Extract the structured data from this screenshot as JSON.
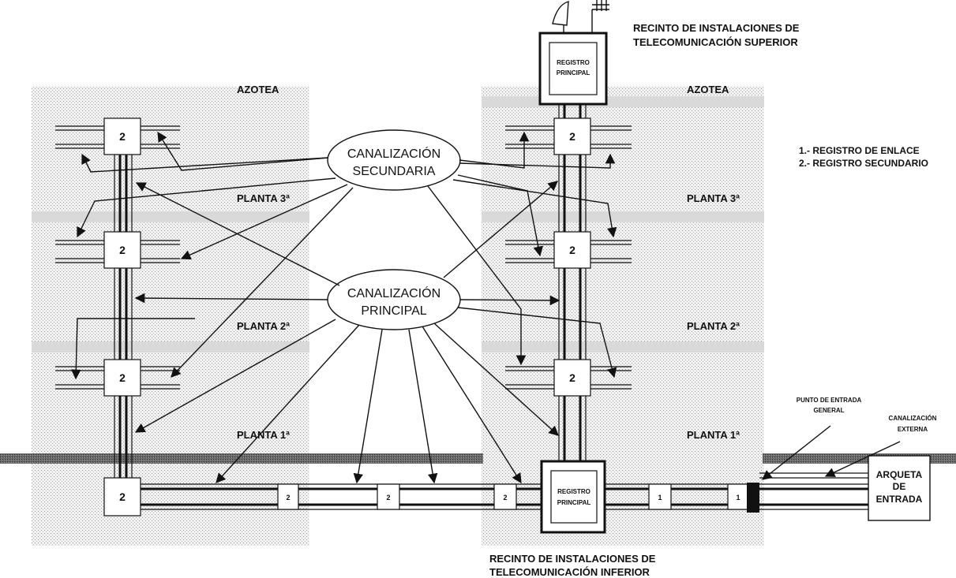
{
  "labels": {
    "top_room": [
      "RECINTO DE INSTALACIONES DE",
      "TELECOMUNICACIÓN SUPERIOR"
    ],
    "bottom_room": [
      "RECINTO DE INSTALACIONES DE",
      "TELECOMUNICACIÓN INFERIOR"
    ],
    "rooftop_left": "AZOTEA",
    "rooftop_right": "AZOTEA",
    "floor3_left": "PLANTA 3ª",
    "floor2_left": "PLANTA 2ª",
    "floor1_left": "PLANTA 1ª",
    "floor3_right": "PLANTA 3ª",
    "floor2_right": "PLANTA 2ª",
    "floor1_right": "PLANTA 1ª",
    "secondary_channel": [
      "CANALIZACIÓN",
      "SECUNDARIA"
    ],
    "main_channel": [
      "CANALIZACIÓN",
      "PRINCIPAL"
    ],
    "legend": [
      "1.- REGISTRO DE ENLACE",
      "2.- REGISTRO SECUNDARIO"
    ],
    "entry_point": [
      "PUNTO DE ENTRADA",
      "GENERAL"
    ],
    "external_channel": [
      "CANALIZACIÓN",
      "EXTERNA"
    ],
    "entry_box": [
      "ARQUETA",
      "DE",
      "ENTRADA"
    ],
    "main_register_top": [
      "REGISTRO",
      "PRINCIPAL"
    ],
    "main_register_bottom": [
      "REGISTRO",
      "PRINCIPAL"
    ]
  },
  "registers": {
    "left_riser": [
      "2",
      "2",
      "2",
      "2"
    ],
    "right_riser": [
      "2",
      "2",
      "2"
    ],
    "horizontal": [
      "2",
      "2",
      "2",
      "1",
      "1"
    ]
  }
}
